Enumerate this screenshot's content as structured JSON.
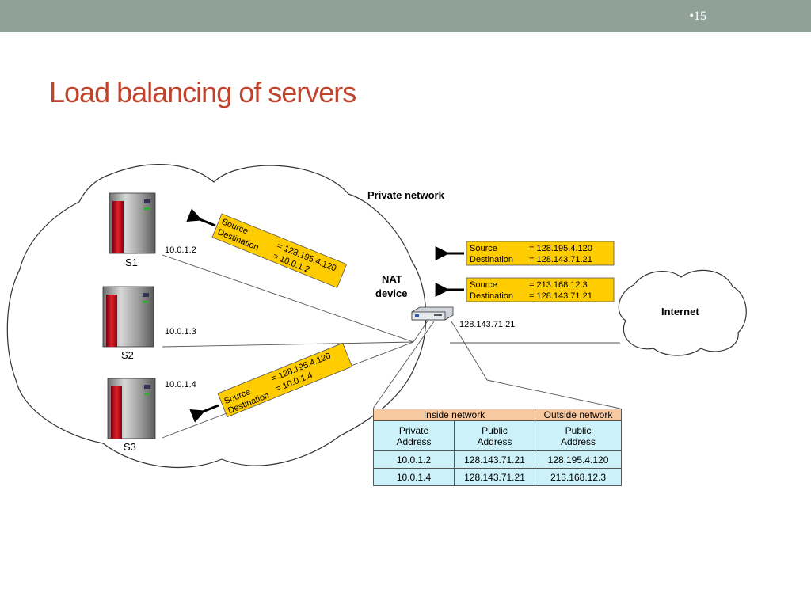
{
  "slide": {
    "number": "•15",
    "title": "Load balancing of servers"
  },
  "diagram": {
    "private_network_label": "Private network",
    "internet_label": "Internet",
    "nat_label_line1": "NAT",
    "nat_label_line2": "device",
    "nat_public_ip": "128.143.71.21",
    "servers": [
      {
        "name": "S1",
        "ip": "10.0.1.2"
      },
      {
        "name": "S2",
        "ip": "10.0.1.3"
      },
      {
        "name": "S3",
        "ip": "10.0.1.4"
      }
    ],
    "packets": {
      "incoming_1": {
        "source_label": "Source",
        "source_value": "= 128.195.4.120",
        "dest_label": "Destination",
        "dest_value": "= 128.143.71.21"
      },
      "incoming_2": {
        "source_label": "Source",
        "source_value": "= 213.168.12.3",
        "dest_label": "Destination",
        "dest_value": "= 128.143.71.21"
      },
      "to_s1": {
        "source_label": "Source",
        "source_value": "= 128.195.4.120",
        "dest_label": "Destination",
        "dest_value": "= 10.0.1.2"
      },
      "to_s3": {
        "source_label": "Source",
        "source_value": "= 128.195.4.120",
        "dest_label": "Destination",
        "dest_value": "= 10.0.1.4"
      }
    },
    "colors": {
      "packet_fill": "#ffcc00",
      "server_red": "#c8102e",
      "title": "#c0442d",
      "topbar": "#8fa198"
    }
  },
  "table": {
    "inside_header": "Inside network",
    "outside_header": "Outside network",
    "col1_line1": "Private",
    "col1_line2": "Address",
    "col2_line1": "Public",
    "col2_line2": "Address",
    "col3_line1": "Public",
    "col3_line2": "Address",
    "rows": [
      {
        "private": "10.0.1.2",
        "public": "128.143.71.21",
        "outside": "128.195.4.120"
      },
      {
        "private": "10.0.1.4",
        "public": "128.143.71.21",
        "outside": "213.168.12.3"
      }
    ]
  }
}
